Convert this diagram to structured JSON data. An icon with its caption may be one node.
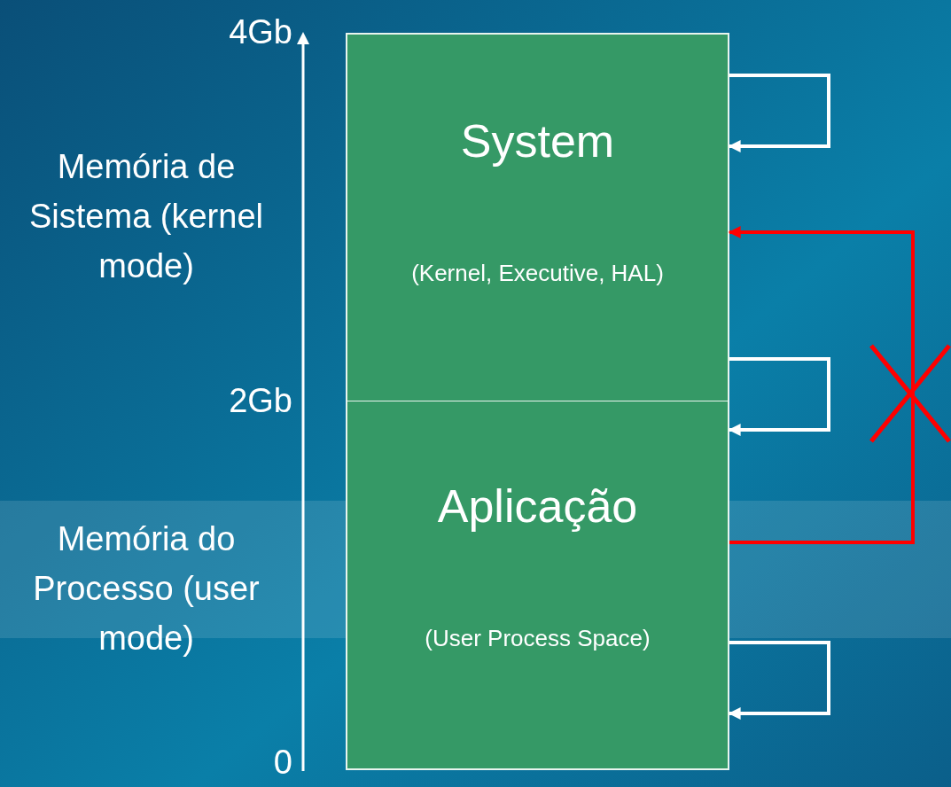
{
  "diagram": {
    "nodes": [
      {
        "text": [
          "System",
          "(Kernel, Executive, HAL)"
        ]
      },
      {
        "text": [
          "Aplicação",
          "(User Process Space)"
        ]
      }
    ],
    "edges": [
      {
        "from": 0,
        "to": 0,
        "arrow": "to"
      },
      {
        "from": 0,
        "to": 1,
        "arrow": "to"
      },
      {
        "from": 1,
        "to": 1,
        "arrow": "to"
      },
      {
        "from": 1,
        "to": 0,
        "arrow": "to",
        "color": "#ff0000"
      }
    ],
    "labels": [
      "4Gb",
      "Memória de Sistema (kernel mode)",
      "2Gb",
      "Memória do Processo (user mode)",
      "0"
    ]
  }
}
